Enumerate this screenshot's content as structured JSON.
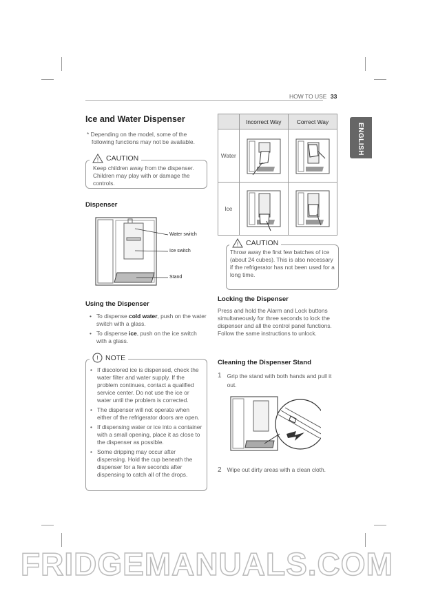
{
  "header": {
    "section": "HOW TO USE",
    "page_number": "33"
  },
  "language_tab": "ENGLISH",
  "title": "Ice and Water Dispenser",
  "intro_note": "* Depending on the model, some of the following functions may not be available.",
  "caution1": {
    "label": "CAUTION",
    "text": "Keep children away from the dispenser. Children may play with or damage the controls."
  },
  "dispenser": {
    "heading": "Dispenser",
    "labels": {
      "water": "Water switch",
      "ice": "Ice switch",
      "stand": "Stand"
    }
  },
  "using": {
    "heading": "Using the Dispenser",
    "items": [
      {
        "pre": "To dispense ",
        "bold": "cold water",
        "post": ", push on the water switch with a glass."
      },
      {
        "pre": "To dispense ",
        "bold": "ice",
        "post": ", push on the ice switch with a glass."
      }
    ]
  },
  "note": {
    "label": "NOTE",
    "items": [
      "If discolored ice is dispensed, check the water filter and water supply. If the problem continues, contact a qualified service center. Do not use the ice or water until the problem is corrected.",
      "The dispenser will not operate when either of the refrigerator doors are open.",
      "If dispensing water or ice into a container with a small opening, place it as close to the dispenser as possible.",
      "Some dripping may occur after dispensing. Hold the cup beneath the dispenser for a few seconds after dispensing to catch all of the drops."
    ]
  },
  "table": {
    "columns": [
      "",
      "Incorrect Way",
      "Correct Way"
    ],
    "rows": [
      "Water",
      "Ice"
    ]
  },
  "caution2": {
    "label": "CAUTION",
    "text": "Throw away the first few batches of ice (about 24 cubes). This is also necessary if the refrigerator has not been used for a long time."
  },
  "locking": {
    "heading": "Locking the Dispenser",
    "text": "Press and hold the Alarm and Lock buttons simultaneously for three seconds to lock the dispenser and all the control panel functions. Follow the same instructions to unlock."
  },
  "cleaning": {
    "heading": "Cleaning the Dispenser Stand",
    "steps": [
      {
        "num": "1",
        "text": "Grip the stand with both hands and pull it out."
      },
      {
        "num": "2",
        "text": "Wipe out dirty areas with a clean cloth."
      }
    ]
  },
  "watermark": "FRIDGEMANUALS.COM"
}
